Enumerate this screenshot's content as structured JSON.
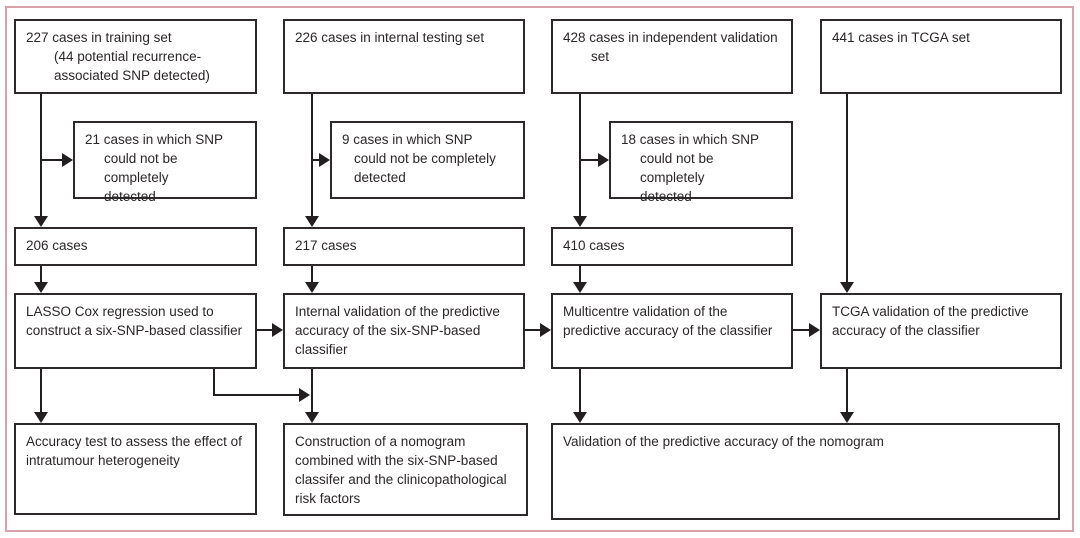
{
  "figure": {
    "type": "study-flow-diagram",
    "colors": {
      "frame_border": "#d9a2ab",
      "box_border": "#2d292a",
      "line": "#231f20",
      "text": "#2b2627",
      "background": "#ffffff"
    }
  },
  "boxes": {
    "training_set": "227 cases in training set\n(44 potential recurrence-\nassociated SNP detected)",
    "internal_testing_set": "226 cases in internal testing set",
    "independent_validation_set": "428 cases in independent validation\nset",
    "tcga_set": "441 cases in TCGA set",
    "snp_excluded_training": "21 cases in which SNP\ncould not be completely\ndetected",
    "snp_excluded_testing": "9 cases in which SNP\ncould not be completely\ndetected",
    "snp_excluded_validation": "18 cases in which SNP\ncould not be completely\ndetected",
    "cases_training": "206 cases",
    "cases_testing": "217 cases",
    "cases_validation": "410 cases",
    "lasso_classifier": "LASSO Cox regression used to\nconstruct a six-SNP-based classifier",
    "internal_validation": "Internal validation of the predictive\naccuracy of the six-SNP-based\nclassifier",
    "multicentre_validation": "Multicentre validation of the\npredictive accuracy of the classifier",
    "tcga_validation": "TCGA validation of the predictive\naccuracy of the classifier",
    "accuracy_test": "Accuracy test to assess the effect of\nintratumour heterogeneity",
    "nomogram_construction": "Construction of a nomogram\ncombined with the six-SNP-based\nclassifer and the clinicopathological\nrisk factors",
    "nomogram_validation": "Validation of the predictive accuracy of the nomogram"
  }
}
